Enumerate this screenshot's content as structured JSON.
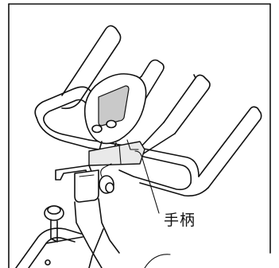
{
  "callout": {
    "label": "手柄"
  },
  "colors": {
    "line": "#111111",
    "background": "#ffffff",
    "display_fill": "#c9c9c9",
    "body_fill": "#e9e9e9"
  },
  "icons": [
    "handlebar-drawing",
    "console-display",
    "seat-post-knob"
  ]
}
